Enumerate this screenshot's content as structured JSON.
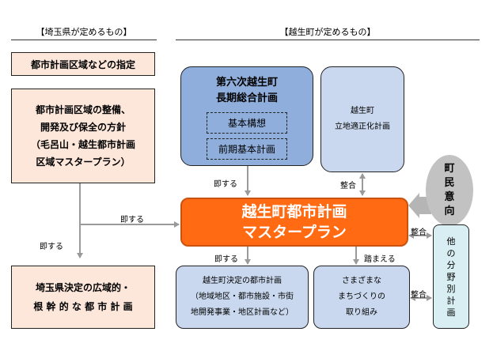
{
  "headers": {
    "saitama": "【埼玉県が定めるもの】",
    "ogose": "【越生町が定めるもの】"
  },
  "boxes": {
    "designation": "都市計画区域などの指定",
    "policy": [
      "都市計画区域の整備、",
      "開発及び保全の方針",
      "（毛呂山・越生都市計画",
      "区域マスタープラン）"
    ],
    "prefectural": [
      "埼玉県決定の広域的・",
      "根 幹 的 な 都 市 計 画"
    ],
    "comprehensive": [
      "第六次越生町",
      "長期総合計画"
    ],
    "basic_concept": "基本構想",
    "first_basic_plan": "前期基本計画",
    "location_plan": [
      "越生町",
      "立地適正化計画"
    ],
    "townspeople": [
      "町",
      "民",
      "意",
      "向"
    ],
    "master_plan": [
      "越生町都市計画",
      "マスタープラン"
    ],
    "town_decided": [
      "越生町決定の都市計画",
      "（地域地区・都市施設・市街",
      "地開発事業・地区計画など）"
    ],
    "machizukuri": [
      "さまざまな",
      "まちづくりの",
      "取り組み"
    ],
    "other_plans": [
      "他",
      "の",
      "分",
      "野",
      "別",
      "計",
      "画"
    ]
  },
  "labels": {
    "conform_left": "即する",
    "conform_top": "即する",
    "conform_vertical": "即する",
    "conform_bottom": "即する",
    "consistent_top": "整合",
    "consistent_mid": "整合",
    "consistent_bottom": "整合",
    "based_on": "踏まえる"
  },
  "colors": {
    "pink": "#fde7db",
    "blue": "#8faedb",
    "light_blue": "#c9d8ee",
    "cyan": "#d8eef3",
    "orange": "#ff6a13",
    "gray": "#c2c2c2",
    "arrow": "#9a9a9a"
  }
}
